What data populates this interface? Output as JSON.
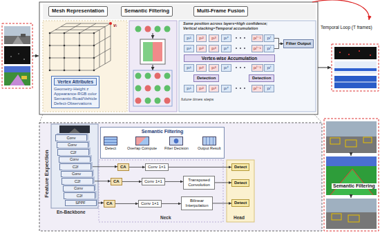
{
  "diagram": {
    "nodes": [
      {
        "text": [
          "Mesh Representation"
        ]
      },
      {
        "text": [
          "Semantic Filtering"
        ]
      },
      {
        "text": [
          "Multi-Frame Fusion"
        ]
      },
      {
        "text": [
          "Vertex Attributes",
          "Geometry-Height z",
          "Appearance-RGB color",
          "Semantic-Road/Vehicle",
          "Defect-Observations"
        ]
      },
      {
        "text": [
          "pᵢ¹"
        ]
      },
      {
        "text": [
          "pᵢ²"
        ]
      },
      {
        "text": [
          "pᵢ³"
        ]
      },
      {
        "text": [
          "pᵢ⁴"
        ]
      },
      {
        "text": [
          "pᵢᵗ⁻¹"
        ]
      },
      {
        "text": [
          "pᵢᵗ"
        ]
      },
      {
        "text": [
          "pᵢ¹"
        ]
      },
      {
        "text": [
          "pᵢ²"
        ]
      },
      {
        "text": [
          "pᵢ³"
        ]
      },
      {
        "text": [
          "pᵢ⁴"
        ]
      },
      {
        "text": [
          "pᵢᵗ⁻¹"
        ]
      },
      {
        "text": [
          "pᵢᵗ"
        ]
      },
      {
        "text": [
          "Filter Output"
        ]
      },
      {
        "text": [
          "Vertex-wise Accumulation"
        ]
      },
      {
        "text": [
          "pᵢ¹"
        ]
      },
      {
        "text": [
          "pᵢ²"
        ]
      },
      {
        "text": [
          "pᵢ³"
        ]
      },
      {
        "text": [
          "pᵢ⁴"
        ]
      },
      {
        "text": [
          "pᵢᵗ⁻¹"
        ]
      },
      {
        "text": [
          "pᵢᵗ"
        ]
      },
      {
        "text": [
          "Detection"
        ]
      },
      {
        "text": [
          "Detection"
        ]
      },
      {
        "text": [
          "pᵢ¹"
        ]
      },
      {
        "text": [
          "pᵢ²"
        ]
      },
      {
        "text": [
          "pᵢ³"
        ]
      },
      {
        "text": [
          "pᵢ⁴"
        ]
      },
      {
        "text": [
          "pᵢᵗ⁻¹"
        ]
      },
      {
        "text": [
          "pᵢᵗ"
        ]
      },
      {
        "text": [
          "Conv"
        ]
      },
      {
        "text": [
          "Conv"
        ]
      },
      {
        "text": [
          "C2f"
        ]
      },
      {
        "text": [
          "Conv"
        ]
      },
      {
        "text": [
          "C2f"
        ]
      },
      {
        "text": [
          "Conv"
        ]
      },
      {
        "text": [
          "C2f"
        ]
      },
      {
        "text": [
          "Conv"
        ]
      },
      {
        "text": [
          "C2f"
        ]
      },
      {
        "text": [
          "SPPF"
        ]
      },
      {
        "text": [
          "Semantic Filtering"
        ]
      },
      {
        "text": [
          "Detect"
        ],
        "in": 42
      },
      {
        "text": [
          "Overlap Compute"
        ],
        "in": 42
      },
      {
        "text": [
          "Filter Decision"
        ],
        "in": 42
      },
      {
        "text": [
          "Output Result"
        ],
        "in": 42
      },
      {
        "text": [
          "CA"
        ]
      },
      {
        "text": [
          "Conv 1×1"
        ]
      },
      {
        "text": [
          "Detect"
        ]
      },
      {
        "text": [
          "CA"
        ]
      },
      {
        "text": [
          "Conv 1×1"
        ]
      },
      {
        "text": [
          "Transposed Convolution"
        ]
      },
      {
        "text": [
          "Detect"
        ]
      },
      {
        "text": [
          "CA"
        ]
      },
      {
        "text": [
          "Conv 1×1"
        ]
      },
      {
        "text": [
          "Bilinear Interpolation"
        ]
      },
      {
        "text": [
          "Detect"
        ]
      }
    ],
    "edges": [
      {
        "from": 9,
        "to": 16,
        "arrow": "to"
      },
      {
        "from": 15,
        "to": 16,
        "arrow": "to"
      },
      {
        "from": 43,
        "to": 44,
        "arrow": "to"
      },
      {
        "from": 44,
        "to": 45,
        "arrow": "to"
      },
      {
        "from": 45,
        "to": 46,
        "arrow": "to"
      },
      {
        "from": 36,
        "to": 47,
        "arrow": "to"
      },
      {
        "from": 38,
        "to": 50,
        "arrow": "to"
      },
      {
        "from": 41,
        "to": 54,
        "arrow": "to"
      },
      {
        "from": 47,
        "to": 48,
        "arrow": "to"
      },
      {
        "from": 48,
        "to": 49,
        "arrow": "to"
      },
      {
        "from": 50,
        "to": 51,
        "arrow": "to"
      },
      {
        "from": 51,
        "to": 52,
        "arrow": "to"
      },
      {
        "from": 52,
        "to": 53,
        "arrow": "to"
      },
      {
        "from": 54,
        "to": 55,
        "arrow": "to"
      },
      {
        "from": 55,
        "to": 56,
        "arrow": "to"
      },
      {
        "from": 56,
        "to": 57,
        "arrow": "to"
      }
    ],
    "labels": [
      "vᵢ",
      "Same position across layers=High confidence;",
      "Vertical stacking=Temporal accumulation",
      "future times steps",
      "Temporal Loop (T frames)",
      "Feature Expection",
      "En-Backbone",
      "Neck",
      "Head",
      "Semantic Filtering"
    ]
  }
}
